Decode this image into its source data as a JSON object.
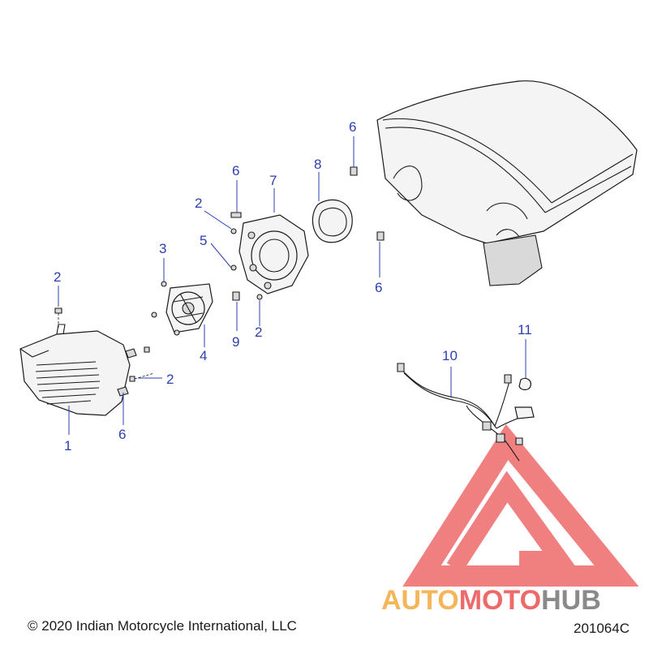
{
  "callouts": {
    "c1": "1",
    "c2a": "2",
    "c2b": "2",
    "c2c": "2",
    "c2d": "2",
    "c3": "3",
    "c4": "4",
    "c5": "5",
    "c6a": "6",
    "c6b": "6",
    "c6c": "6",
    "c6d": "6",
    "c7": "7",
    "c8": "8",
    "c9": "9",
    "c10": "10",
    "c11": "11"
  },
  "footer": {
    "copyright": "© 2020 Indian Motorcycle International, LLC",
    "diagram_code": "201064C"
  },
  "watermark": {
    "part1": "AUTO",
    "part2": "MOTO",
    "part3": "HUB",
    "colors": {
      "red": "#ee6a6a",
      "orange": "#f5b65a",
      "gray": "#8a8a8a"
    }
  },
  "colors": {
    "callout": "#2b3fb0",
    "line": "#1a1a1a"
  }
}
